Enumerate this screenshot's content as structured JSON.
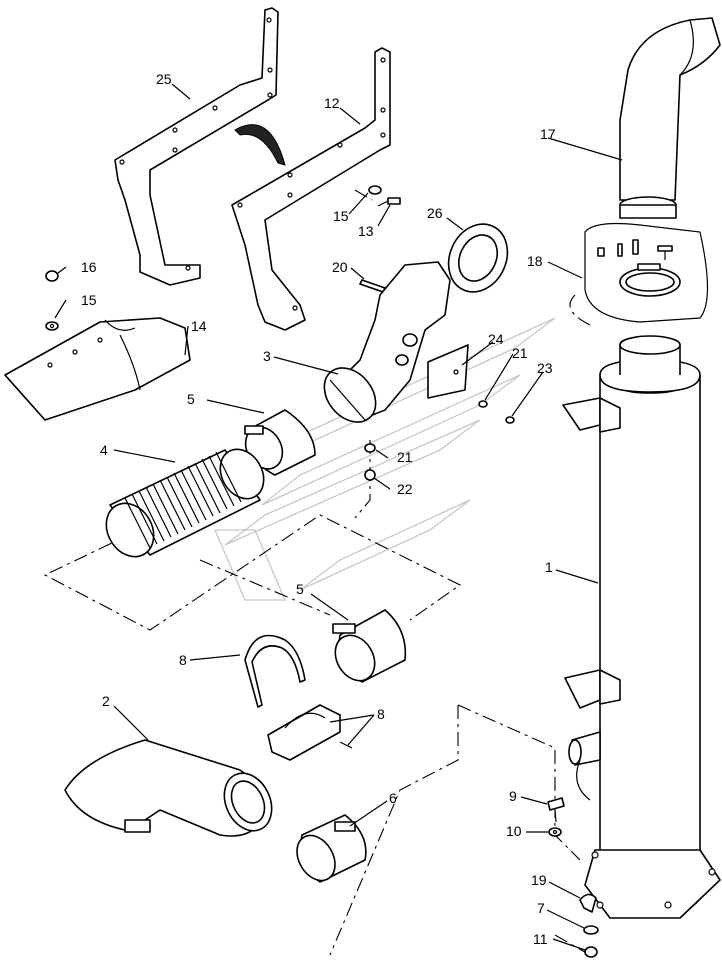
{
  "callouts": {
    "c1": "1",
    "c2": "2",
    "c3": "3",
    "c4": "4",
    "c5a": "5",
    "c5b": "5",
    "c6": "6",
    "c7": "7",
    "c8a": "8",
    "c8b": "8",
    "c9": "9",
    "c10": "10",
    "c11": "11",
    "c12": "12",
    "c13": "13",
    "c14": "14",
    "c15a": "15",
    "c15b": "15",
    "c16": "16",
    "c17": "17",
    "c18": "18",
    "c19": "19",
    "c20": "20",
    "c21a": "21",
    "c21b": "21",
    "c22": "22",
    "c23": "23",
    "c24": "24",
    "c25": "25",
    "c26": "26"
  },
  "colors": {
    "line": "#000000",
    "watermark": "#9a9a9a",
    "background": "#ffffff"
  }
}
